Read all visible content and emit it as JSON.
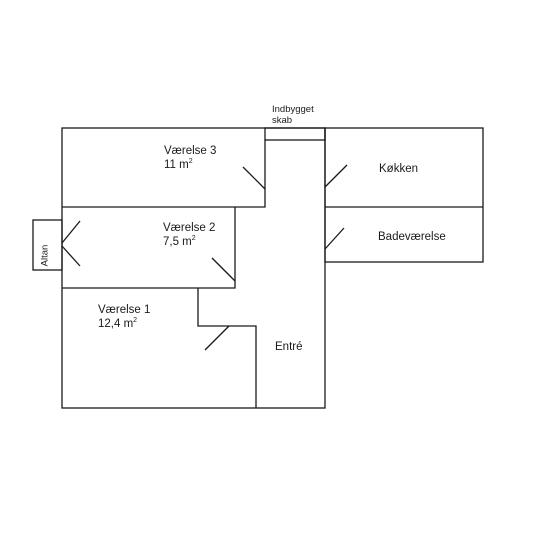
{
  "rooms": {
    "vaerelse3": {
      "name": "Værelse 3",
      "area": "11 m",
      "unit_sup": "2"
    },
    "vaerelse2": {
      "name": "Værelse 2",
      "area": "7,5 m",
      "unit_sup": "2"
    },
    "vaerelse1": {
      "name": "Værelse 1",
      "area": "12,4 m",
      "unit_sup": "2"
    },
    "koekken": {
      "name": "Køkken"
    },
    "badevaerelse": {
      "name": "Badeværelse"
    },
    "entre": {
      "name": "Entré"
    },
    "altan": {
      "name": "Altan"
    },
    "skab": {
      "line1": "Indbygget",
      "line2": "skab"
    }
  }
}
